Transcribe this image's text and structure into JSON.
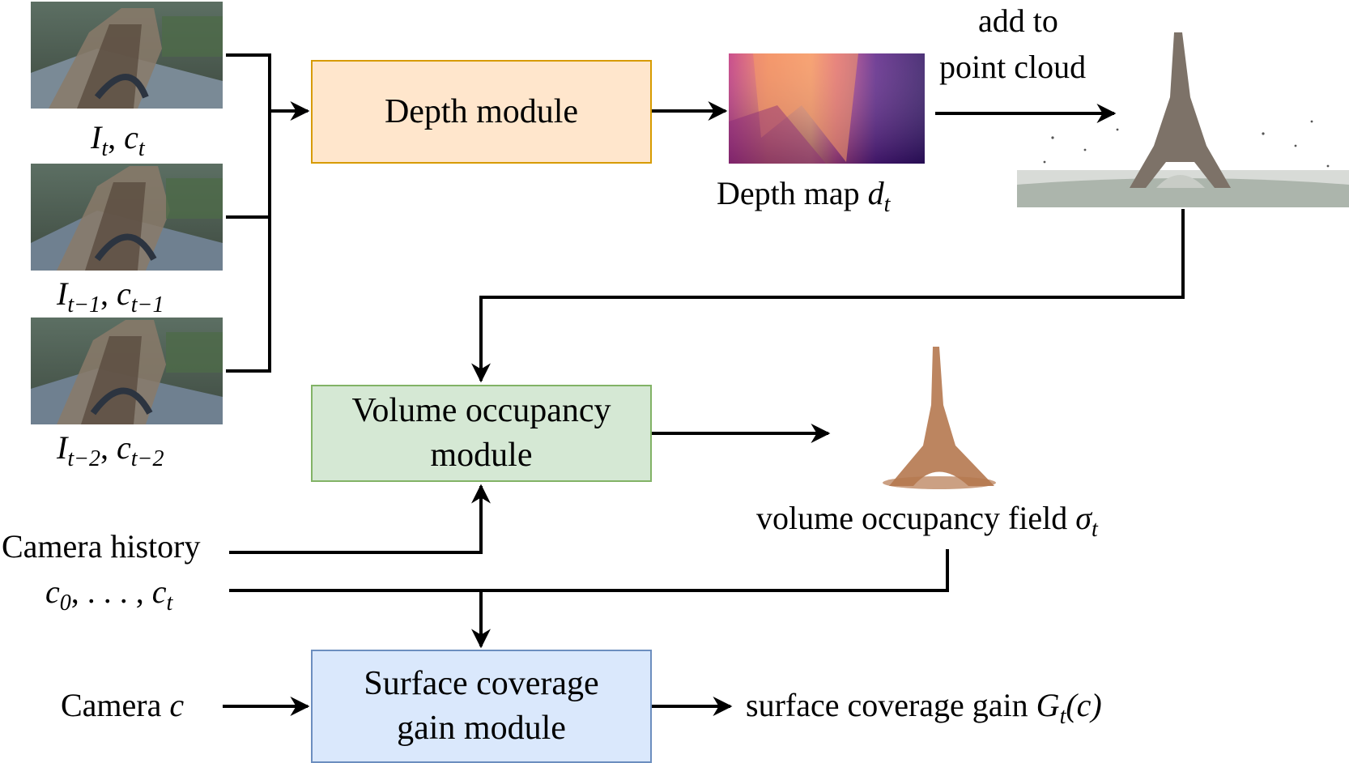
{
  "modules": {
    "depth": "Depth module",
    "volume_line1": "Volume occupancy",
    "volume_line2": "module",
    "surface_line1": "Surface coverage",
    "surface_line2": "gain module"
  },
  "inputs": {
    "frame_t": {
      "base": "I",
      "sub": "t",
      "sep": ", ",
      "cam": "c",
      "cam_sub": "t"
    },
    "frame_t1": {
      "base": "I",
      "sub": "t−1",
      "sep": ", ",
      "cam": "c",
      "cam_sub": "t−1"
    },
    "frame_t2": {
      "base": "I",
      "sub": "t−2",
      "sep": ", ",
      "cam": "c",
      "cam_sub": "t−2"
    },
    "camera_history_label": "Camera history",
    "camera_history_c": "c",
    "camera_history_c_sub": "0",
    "camera_history_rest": ", . . . , ",
    "camera_history_ct": "c",
    "camera_history_ct_sub": "t",
    "camera_label": "Camera ",
    "camera_var": "c"
  },
  "outputs": {
    "depth_map_label": "Depth map ",
    "depth_map_var": "d",
    "depth_map_sub": "t",
    "add_to_line1": "add to",
    "add_to_line2": "point cloud",
    "occupancy_label": "volume occupancy field ",
    "occupancy_var": "σ",
    "occupancy_sub": "t",
    "gain_label": "surface coverage gain ",
    "gain_var": "G",
    "gain_sub": "t",
    "gain_arg": "(c)"
  },
  "colors": {
    "depth_fill": "#ffe6cc",
    "depth_border": "#d79b00",
    "volume_fill": "#d5e8d4",
    "volume_border": "#82b366",
    "surface_fill": "#dae8fc",
    "surface_border": "#6c8ebf",
    "arrow": "#000000"
  },
  "icons": {
    "input_frames": "eiffel-tower-aerial-photo",
    "depth_map": "depth-map-heatmap",
    "point_cloud": "eiffel-tower-point-cloud",
    "occupancy_field": "eiffel-tower-occupancy-field"
  }
}
